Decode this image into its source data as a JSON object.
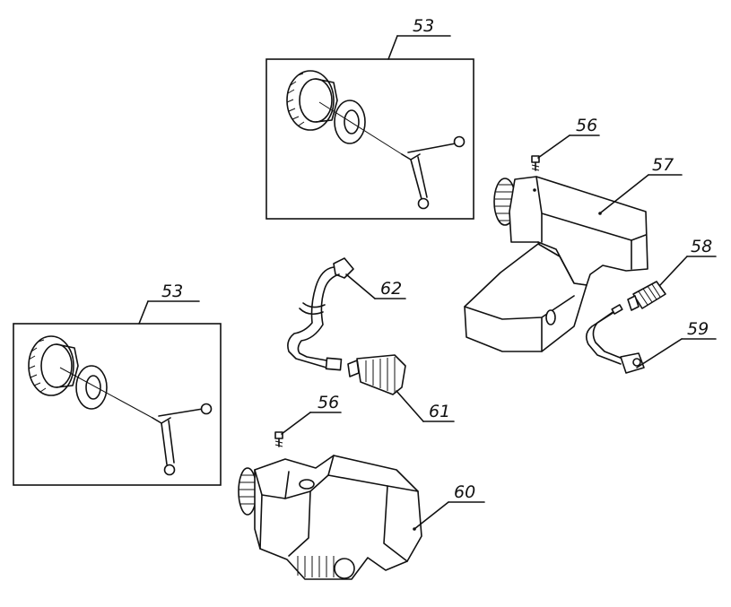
{
  "callouts": {
    "c53_top": "53",
    "c53_left": "53",
    "c56_top": "56",
    "c56_bottom": "56",
    "c57": "57",
    "c58": "58",
    "c59": "59",
    "c60": "60",
    "c61": "61",
    "c62": "62"
  }
}
